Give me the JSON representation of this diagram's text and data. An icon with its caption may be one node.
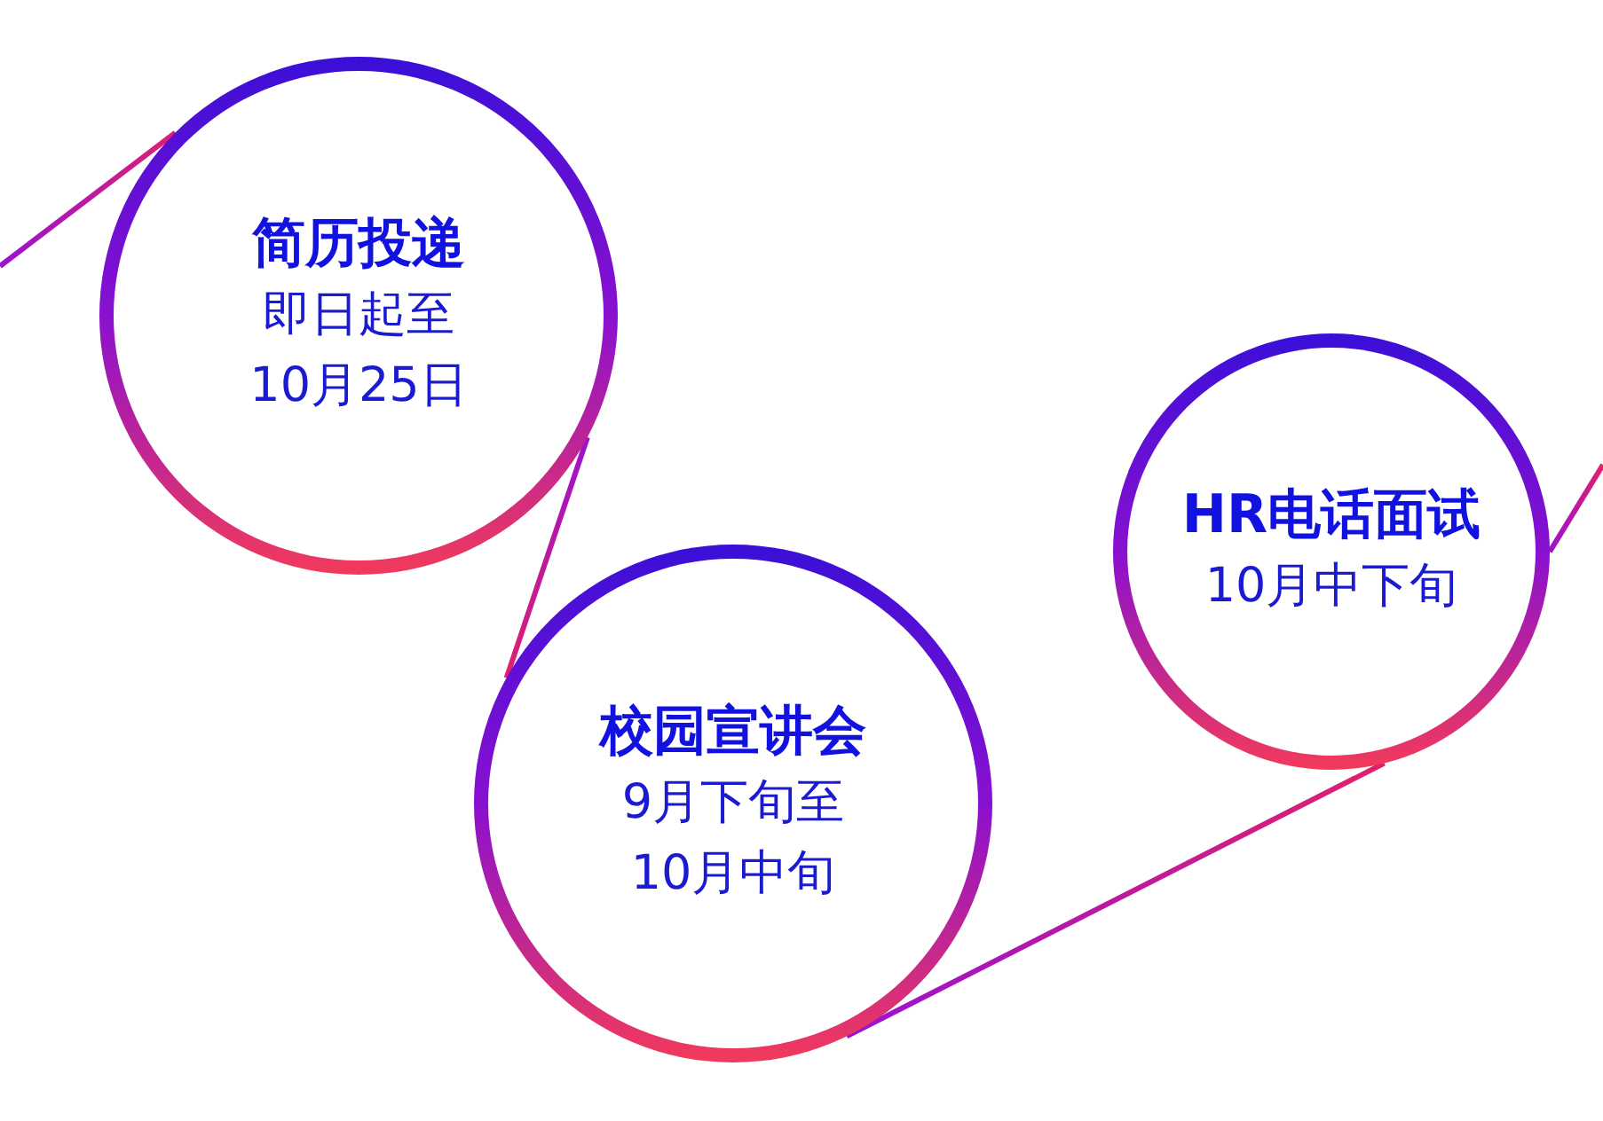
{
  "diagram": {
    "nodes": [
      {
        "text": [
          "简历投递",
          "即日起至10月25日"
        ]
      },
      {
        "text": [
          "校园宣讲会",
          "9月下旬至10月中旬"
        ]
      },
      {
        "text": [
          "HR电话面试",
          "10月中下旬"
        ]
      }
    ],
    "edges": [
      {
        "from": null,
        "to": 0,
        "arrow": "none"
      },
      {
        "from": 0,
        "to": 1,
        "arrow": "none"
      },
      {
        "from": 1,
        "to": 2,
        "arrow": "none"
      },
      {
        "from": 2,
        "to": null,
        "arrow": "none"
      }
    ]
  }
}
